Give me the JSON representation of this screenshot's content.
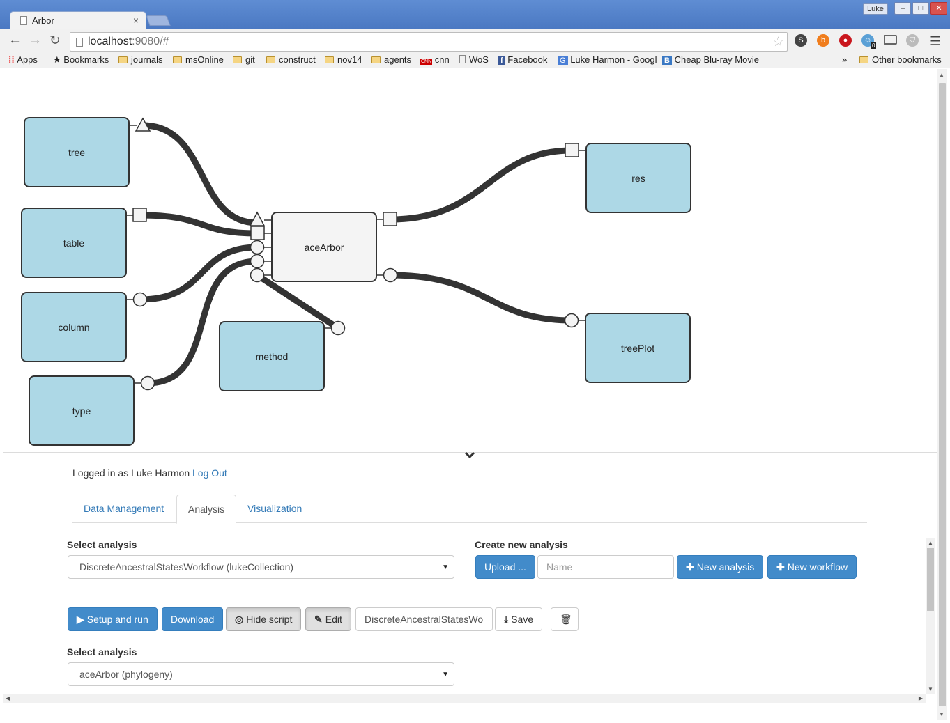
{
  "browser": {
    "tab_title": "Arbor",
    "tab_close": "×",
    "user_badge": "Luke",
    "window_buttons": [
      "–",
      "□",
      "✕"
    ],
    "url_host": "localhost",
    "url_rest": ":9080/#",
    "ext_badge": "0"
  },
  "bookmarks": {
    "items": [
      "Apps",
      "Bookmarks",
      "journals",
      "msOnline",
      "git",
      "construct",
      "nov14",
      "agents",
      "cnn",
      "WoS",
      "Facebook",
      "Luke Harmon - Googl",
      "Cheap Blu-ray Movie"
    ],
    "overflow": "»",
    "other": "Other bookmarks",
    "cnn_logo": "CNN",
    "blu_logo": "B"
  },
  "workflow": {
    "nodes": {
      "tree": "tree",
      "table": "table",
      "column": "column",
      "type": "type",
      "method": "method",
      "aceArbor": "aceArbor",
      "res": "res",
      "treePlot": "treePlot"
    }
  },
  "session": {
    "logged_in_text": "Logged in as Luke Harmon",
    "logout": "Log Out"
  },
  "tabs": [
    "Data Management",
    "Analysis",
    "Visualization"
  ],
  "active_tab": "Analysis",
  "analysis": {
    "select_label": "Select analysis",
    "selected_workflow": "DiscreteAncestralStatesWorkflow (lukeCollection)",
    "create_label": "Create new analysis",
    "upload": "Upload ...",
    "name_placeholder": "Name",
    "new_analysis": "New analysis",
    "new_workflow": "New workflow",
    "setup_run": "Setup and run",
    "download": "Download",
    "hide_script": "Hide script",
    "edit": "Edit",
    "workflow_name_value": "DiscreteAncestralStatesWo",
    "save": "Save",
    "select_label_2": "Select analysis",
    "selected_step": "aceArbor (phylogeny)"
  },
  "colors": {
    "node_fill": "#add8e6",
    "primary": "#428bca",
    "link": "#337ab7"
  }
}
